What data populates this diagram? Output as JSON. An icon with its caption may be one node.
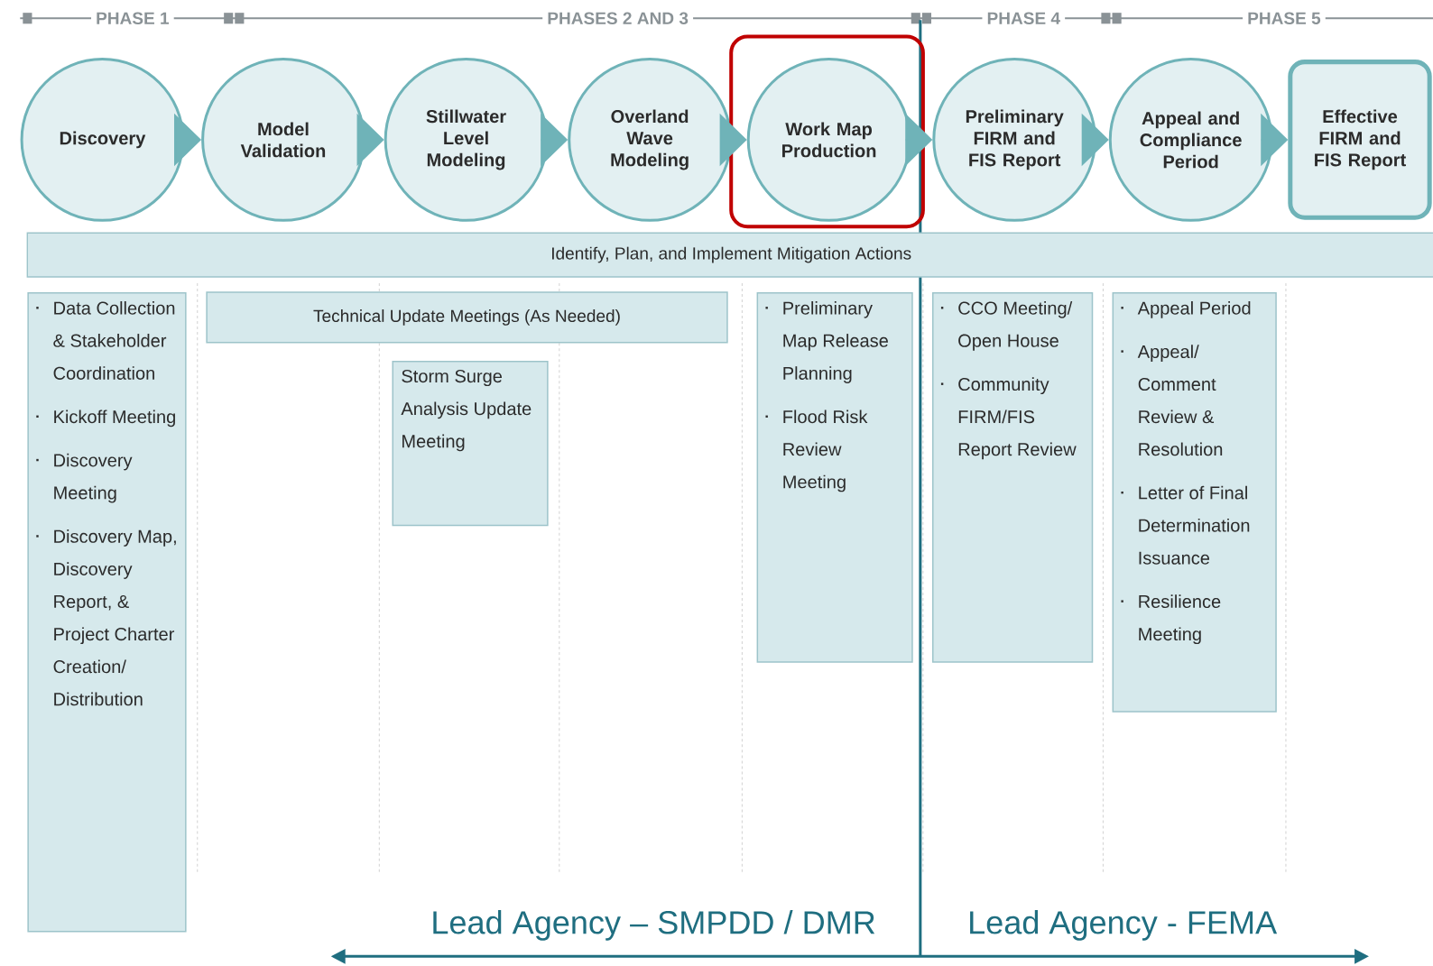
{
  "diagram": {
    "nodes": [
      {
        "text": [
          "Discovery"
        ]
      },
      {
        "text": [
          "Model Validation"
        ]
      },
      {
        "text": [
          "Stillwater Level Modeling"
        ]
      },
      {
        "text": [
          "Overland Wave Modeling"
        ]
      },
      {
        "text": [
          "Work Map Production"
        ]
      },
      {
        "text": [
          "Preliminary FIRM and FIS Report"
        ]
      },
      {
        "text": [
          "Appeal and Compliance Period"
        ]
      },
      {
        "text": [
          "Effective FIRM and FIS Report"
        ]
      },
      {
        "text": [
          "Identify, Plan, and Implement Mitigation Actions"
        ]
      },
      {
        "text": [
          "Technical Update Meetings (As Needed)"
        ]
      },
      {
        "text": [
          "Data Collection & Stakeholder Coordination",
          "Kickoff Meeting",
          "Discovery Meeting",
          "Discovery Map, Discovery Report, & Project Charter Creation/ Distribution"
        ]
      },
      {
        "text": [
          "Storm Surge Analysis Update Meeting"
        ]
      },
      {
        "text": [
          "Preliminary Map Release Planning",
          "Flood Risk Review Meeting"
        ]
      },
      {
        "text": [
          "CCO Meeting/ Open House",
          "Community FIRM/FIS Report Review"
        ]
      },
      {
        "text": [
          "Appeal Period",
          "Appeal/ Comment Review & Resolution",
          "Letter of Final Determination Issuance",
          "Resilience Meeting"
        ]
      }
    ],
    "edges": [
      {
        "from": 0,
        "to": 1,
        "arrow": "to"
      },
      {
        "from": 1,
        "to": 2,
        "arrow": "to"
      },
      {
        "from": 2,
        "to": 3,
        "arrow": "to"
      },
      {
        "from": 3,
        "to": 4,
        "arrow": "to"
      },
      {
        "from": 4,
        "to": 5,
        "arrow": "to"
      },
      {
        "from": 5,
        "to": 6,
        "arrow": "to"
      },
      {
        "from": 6,
        "to": 7,
        "arrow": "to"
      }
    ],
    "labels": [
      "PHASE 1",
      "PHASES 2 AND 3",
      "PHASE 4",
      "PHASE 5",
      "Lead Agency – SMPDD / DMR",
      "Lead Agency - FEMA"
    ]
  }
}
